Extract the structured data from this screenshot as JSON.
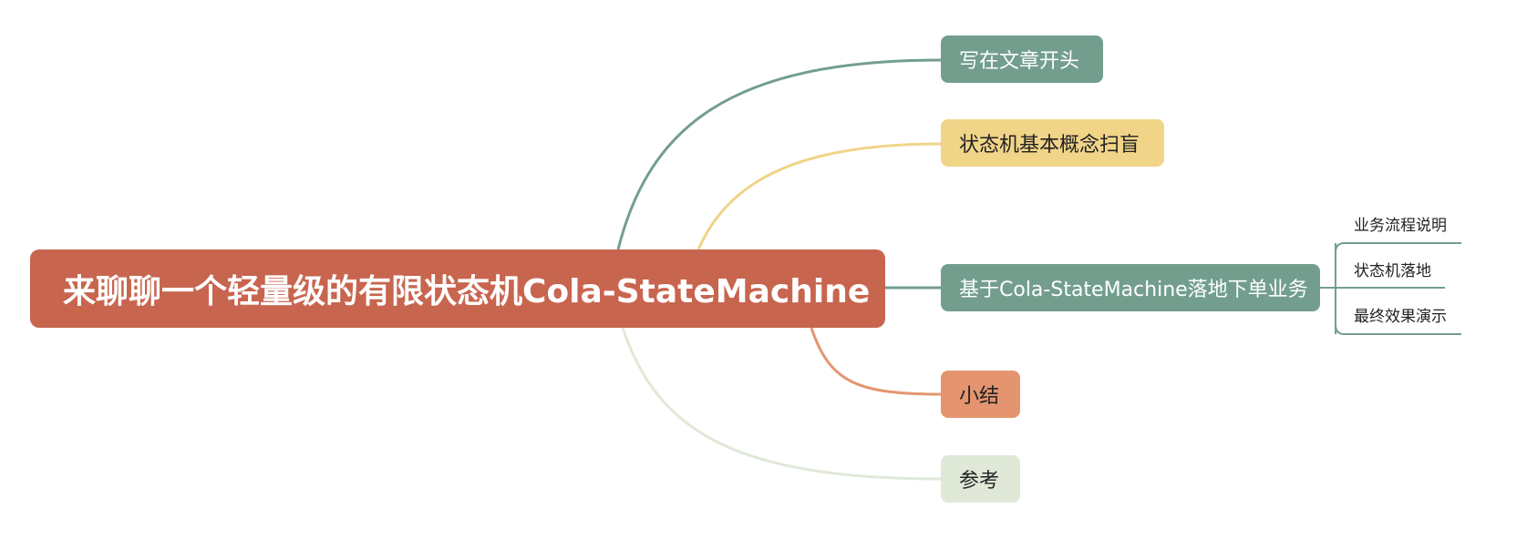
{
  "mindmap": {
    "root": {
      "label": "来聊聊一个轻量级的有限状态机Cola-StateMachine",
      "color": "#c8654f"
    },
    "branches": [
      {
        "label": "写在文章开头",
        "color": "#739e8e",
        "text_color": "#ffffff"
      },
      {
        "label": "状态机基本概念扫盲",
        "color": "#f0d488",
        "text_color": "#222222"
      },
      {
        "label": "基于Cola-StateMachine落地下单业务",
        "color": "#739e8e",
        "text_color": "#ffffff",
        "children": [
          {
            "label": "业务流程说明"
          },
          {
            "label": "状态机落地"
          },
          {
            "label": "最终效果演示"
          }
        ]
      },
      {
        "label": "小结",
        "color": "#e4956f",
        "text_color": "#222222"
      },
      {
        "label": "参考",
        "color": "#e0e9d8",
        "text_color": "#222222"
      }
    ]
  }
}
